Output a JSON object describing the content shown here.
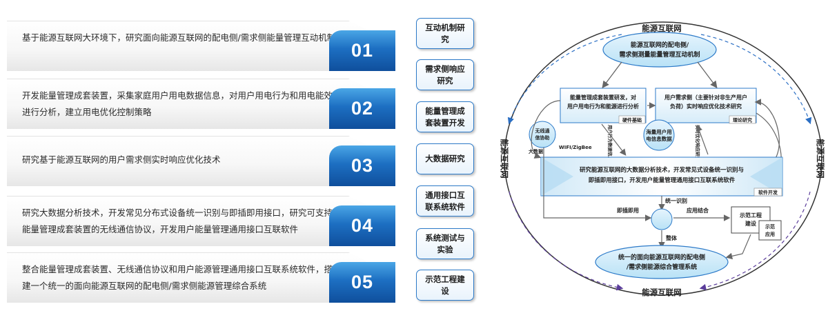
{
  "left_items": [
    {
      "text": "基于能源互联网大环境下，研究面向能源互联网的配电侧/需求侧能量管理互动机制",
      "num": "01"
    },
    {
      "text": "开发能量管理成套装置，采集家庭用户用电数据信息，对用户用电行为和用电能效进行分析，建立用电优化控制策略",
      "num": "02"
    },
    {
      "text": "研究基于能源互联网的用户需求侧实时响应优化技术",
      "num": "03"
    },
    {
      "text": "研究大数据分析技术，开发常见分布式设备统一识别与即插即用接口，研究可支持能量管理成套装置的无线通信协议，开发用户能量管理通用接口互联软件",
      "num": "04"
    },
    {
      "text": "整合能量管理成套装置、无线通信协议和用户能源管理通用接口互联系统软件，搭建一个统一的面向能源互联网的配电侧/需求侧能源管理综合系统",
      "num": "05"
    }
  ],
  "mid_boxes": [
    "互动机制研究",
    "需求侧响应研究",
    "能量管理成套装置开发",
    "大数据研究",
    "通用接口互联系统软件",
    "系统测试与实验",
    "示范工程建设"
  ],
  "diagram": {
    "ring_top": "能源互联网",
    "ring_bottom": "能源互联网",
    "ring_left": "能源互联网",
    "ring_right": "能源互联网",
    "top_ellipse_l1": "能源互联网的配电侧/",
    "top_ellipse_l2": "需求侧测量能量管理互动机制",
    "box_left_l1": "能量管理成套装置研发，对",
    "box_left_l2": "用户用电行为和能源进行分析",
    "tag_hw": "硬件基础",
    "box_right_l1": "用户需求侧（主要针对非生产用户",
    "box_right_l2": "负荷）实时响应优化技术研究",
    "tag_theory": "理论研究",
    "wireless_l1": "无线通",
    "wireless_l2": "信协助",
    "mass_l1": "海量用户用",
    "mass_l2": "电信息数据",
    "vert_left": "用户行为数据信息",
    "vert_right": "实时优化响应研究",
    "wifi": "WIFI/ZigBee",
    "bigdata": "大数据",
    "band_l1": "研究能源互联网的大数据分析技术，开发常见式设备统一识别与",
    "band_l2": "即插即用接口，开发用户能量管理通用接口互联系统软件",
    "tag_sw": "软件开发",
    "unify": "统一识别",
    "plug": "即插即用",
    "app": "应用结合",
    "whole": "整体",
    "demo_l1": "示范工程",
    "demo_l2": "建设",
    "demo_small_l1": "示范",
    "demo_small_l2": "应用",
    "bottom_ellipse_l1": "统一的面向能源互联网的配电侧",
    "bottom_ellipse_l2": "/需求侧能源综合管理系统"
  }
}
